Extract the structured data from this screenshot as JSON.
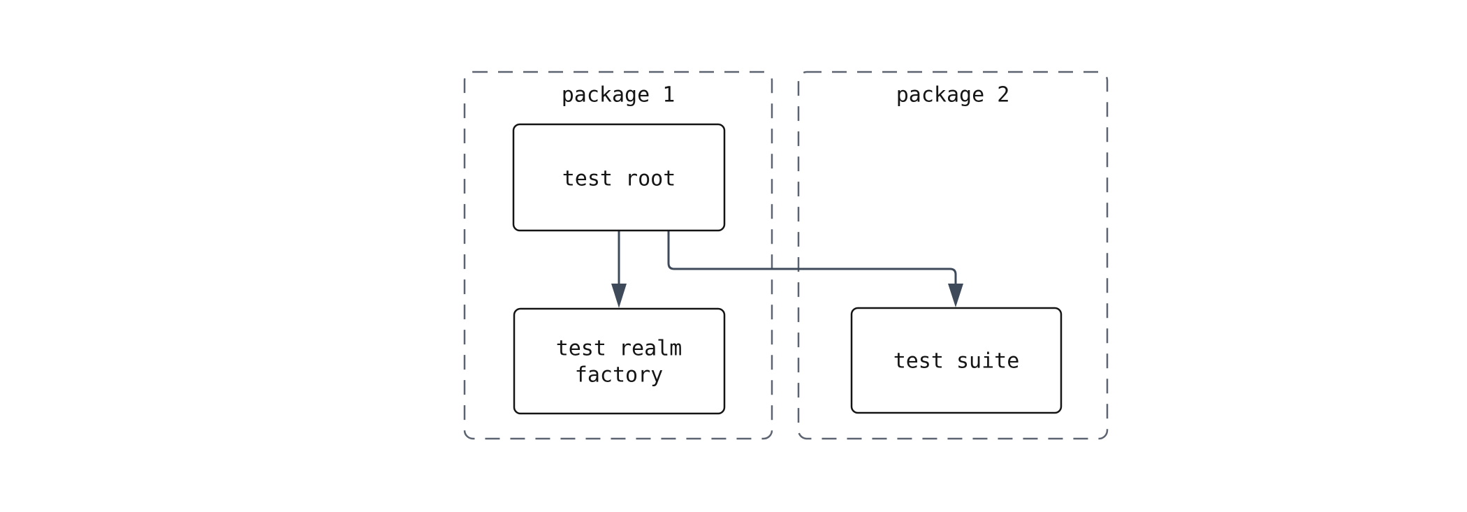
{
  "diagram": {
    "kind": "package-dependency-diagram",
    "background": "#ffffff",
    "colors": {
      "group_border": "#5b6470",
      "node_border": "#141414",
      "node_fill": "#ffffff",
      "edge": "#3e4a59",
      "text": "#151515"
    },
    "groups": [
      {
        "label": "package 1"
      },
      {
        "label": "package 2"
      }
    ],
    "nodes": {
      "test_root": {
        "label": "test root",
        "group": "package 1"
      },
      "test_realm_factory": {
        "label": "test realm factory",
        "line1": "test realm",
        "line2": "factory",
        "group": "package 1"
      },
      "test_suite": {
        "label": "test suite",
        "group": "package 2"
      }
    },
    "edges": [
      {
        "from": "test root",
        "to": "test realm factory"
      },
      {
        "from": "test root",
        "to": "test suite"
      }
    ]
  }
}
